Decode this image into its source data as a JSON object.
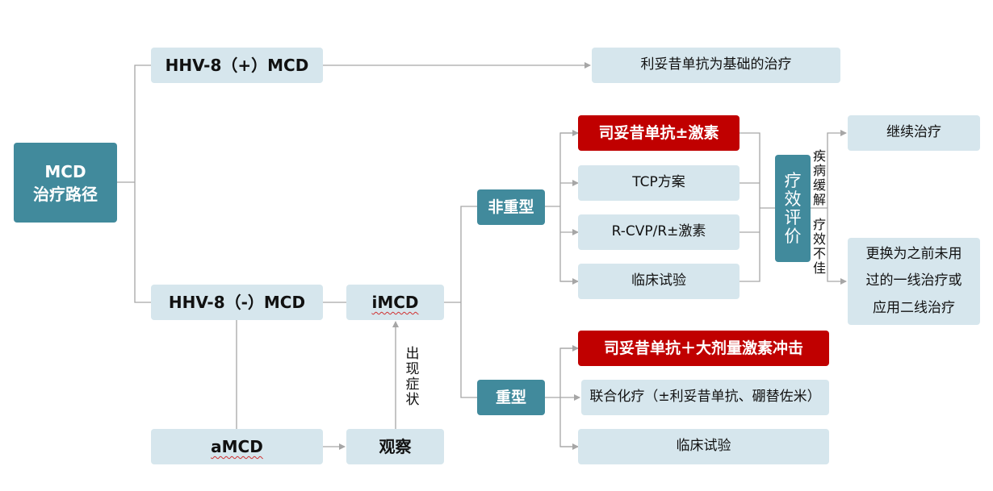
{
  "root": {
    "line1": "MCD",
    "line2": "治疗路径"
  },
  "hhv8_pos": "HHV-8（+）MCD",
  "hhv8_pos_treatment": "利妥昔单抗为基础的治疗",
  "hhv8_neg": "HHV-8（-）MCD",
  "imcd": "iMCD",
  "amcd": "aMCD",
  "observe": "观察",
  "symptom_label": "出现症状",
  "non_severe": {
    "label": "非重型",
    "options": [
      "司妥昔单抗±激素",
      "TCP方案",
      "R-CVP/R±激素",
      "临床试验"
    ]
  },
  "severe": {
    "label": "重型",
    "options": [
      "司妥昔单抗＋大剂量激素冲击",
      "联合化疗（±利妥昔单抗、硼替佐米）",
      "临床试验"
    ]
  },
  "evaluation": {
    "label": "疗效评价",
    "remission_label": "疾病缓解",
    "poor_label": "疗效不佳"
  },
  "continue_treatment": "继续治疗",
  "change_treatment": {
    "line1": "更换为之前未用",
    "line2": "过的一线治疗或",
    "line3": "应用二线治疗"
  }
}
